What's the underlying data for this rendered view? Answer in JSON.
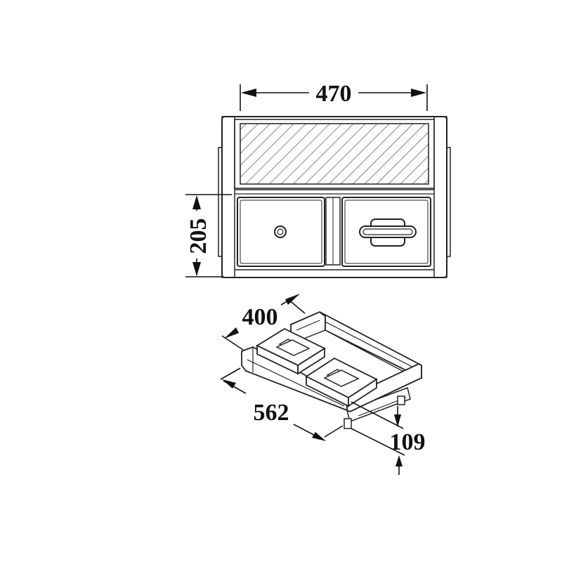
{
  "dimensions": {
    "width_top": "470",
    "height_front": "205",
    "drawer_depth": "400",
    "drawer_length": "562",
    "drawer_height": "109"
  },
  "colors": {
    "line": "#222222",
    "background": "#ffffff"
  }
}
